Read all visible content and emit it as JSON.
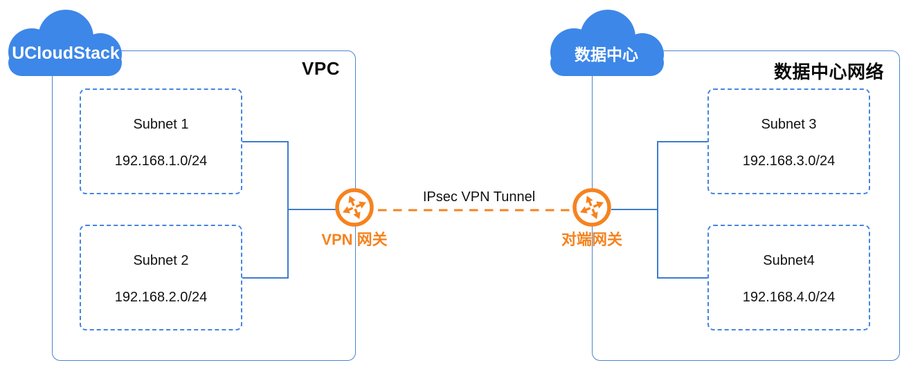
{
  "left_cloud": {
    "label": "UCloudStack"
  },
  "vpc": {
    "label": "VPC",
    "subnets": [
      {
        "name": "Subnet 1",
        "cidr": "192.168.1.0/24"
      },
      {
        "name": "Subnet 2",
        "cidr": "192.168.2.0/24"
      }
    ],
    "gateway_label": "VPN 网关"
  },
  "tunnel": {
    "label": "IPsec VPN Tunnel"
  },
  "right_cloud": {
    "label": "数据中心"
  },
  "datacenter": {
    "label": "数据中心网络",
    "subnets": [
      {
        "name": "Subnet 3",
        "cidr": "192.168.3.0/24"
      },
      {
        "name": "Subnet4",
        "cidr": "192.168.4.0/24"
      }
    ],
    "gateway_label": "对端网关"
  },
  "colors": {
    "cloud_blue": "#3D87E8",
    "connector_blue": "#3E7CC9",
    "box_border_blue": "#4A84CC",
    "subnet_dash_blue": "#4285E0",
    "gateway_orange": "#F5831F",
    "text_black": "#111111"
  }
}
